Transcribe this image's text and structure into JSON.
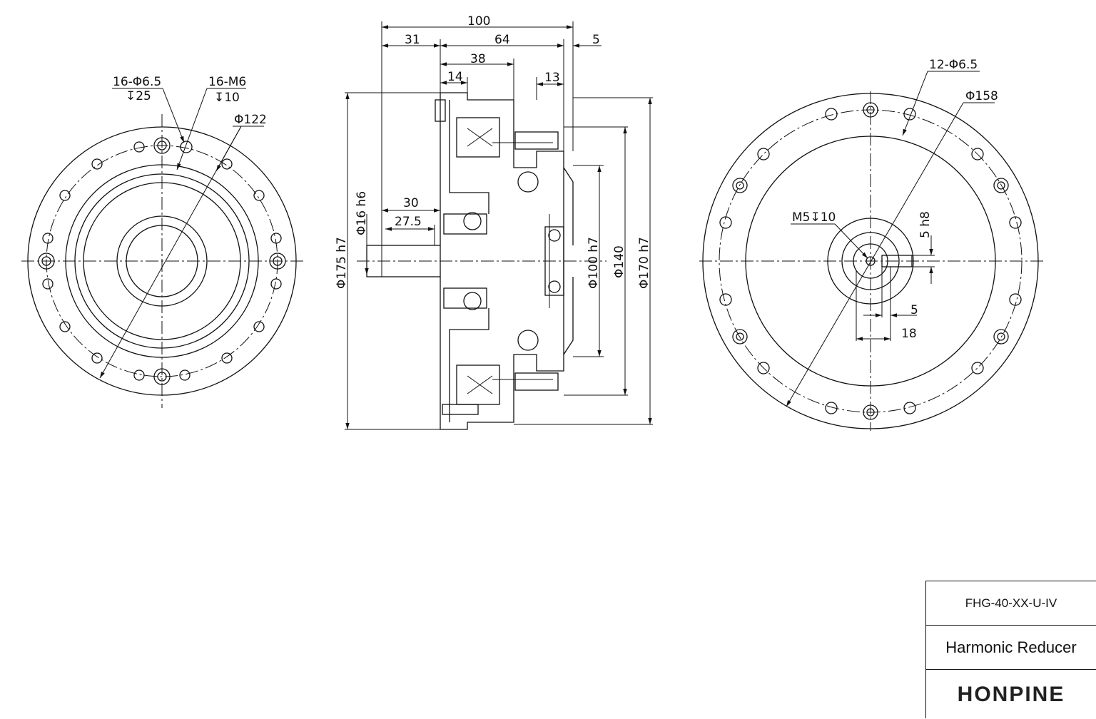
{
  "title_block": {
    "model": "FHG-40-XX-U-IV",
    "name": "Harmonic Reducer",
    "logo": "HONPINE"
  },
  "front_view": {
    "callout_holes": "16-Φ6.5",
    "callout_holes_depth": "↧25",
    "callout_threads": "16-M6",
    "callout_threads_depth": "↧10",
    "pcd": "Φ122"
  },
  "side_view": {
    "dim_overall": "100",
    "dim_left": "31",
    "dim_mid": "64",
    "dim_right": "5",
    "dim_38": "38",
    "dim_14": "14",
    "dim_13": "13",
    "dim_shaft_30": "30",
    "dim_shaft_27_5": "27.5",
    "dia_shaft": "Φ16 h6",
    "dia_175": "Φ175 h7",
    "dia_100": "Φ100 h7",
    "dia_140": "Φ140",
    "dia_170": "Φ170 h7"
  },
  "rear_view": {
    "callout_holes": "12-Φ6.5",
    "pcd": "Φ158",
    "center_thread": "M5↧10",
    "key_width": "5 h8",
    "dim_5": "5",
    "dim_18": "18"
  }
}
